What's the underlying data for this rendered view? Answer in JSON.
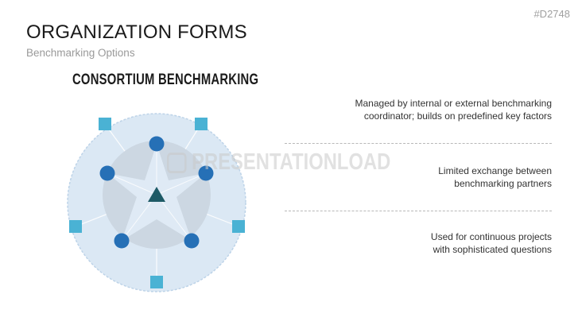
{
  "slide": {
    "id": "#D2748",
    "title": "ORGANIZATION FORMS",
    "subtitle": "Benchmarking Options"
  },
  "diagram": {
    "title": "CONSORTIUM BENCHMARKING",
    "watermark": "PRESENTATIONLOAD",
    "colors": {
      "outer_circle": "#dbe8f4",
      "outer_stroke": "#bdd3e8",
      "inner_disc": "#ccd7e2",
      "star": "#dfeaf5",
      "node": "#2670b6",
      "square": "#4ab2d4",
      "center_triangle": "#1e5a66"
    }
  },
  "points": [
    {
      "text_line1": "Managed by internal or external benchmarking",
      "text_line2": "coordinator; builds on predefined key factors"
    },
    {
      "text_line1": "Limited exchange between",
      "text_line2": "benchmarking partners"
    },
    {
      "text_line1": "Used for continuous projects",
      "text_line2": "with sophisticated questions"
    }
  ]
}
